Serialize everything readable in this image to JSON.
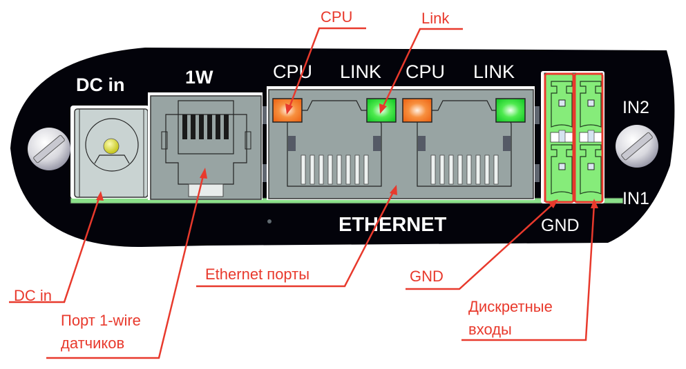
{
  "panel": {
    "labels": {
      "dc_in": "DC in",
      "one_wire": "1W",
      "led_cpu_1": "CPU",
      "led_link_1": "LINK",
      "led_cpu_2": "CPU",
      "led_link_2": "LINK",
      "ethernet": "ETHERNET",
      "gnd": "GND",
      "in2": "IN2",
      "in1": "IN1"
    },
    "colors": {
      "panel": "#03030a",
      "port_gray": "#98a4a3",
      "led_cpu": "#f47a2a",
      "led_link": "#3ee03e",
      "terminal_green": "#86ec7a",
      "pcb_green": "#8be08a",
      "callout_red": "#e8392c"
    }
  },
  "callouts": {
    "cpu": "CPU",
    "link": "Link",
    "dc_in": "DC in",
    "one_wire_line1": "Порт 1-wire",
    "one_wire_line2": "датчиков",
    "ethernet_ports": "Ethernet порты",
    "gnd": "GND",
    "discrete_line1": "Дискретные",
    "discrete_line2": "входы"
  }
}
